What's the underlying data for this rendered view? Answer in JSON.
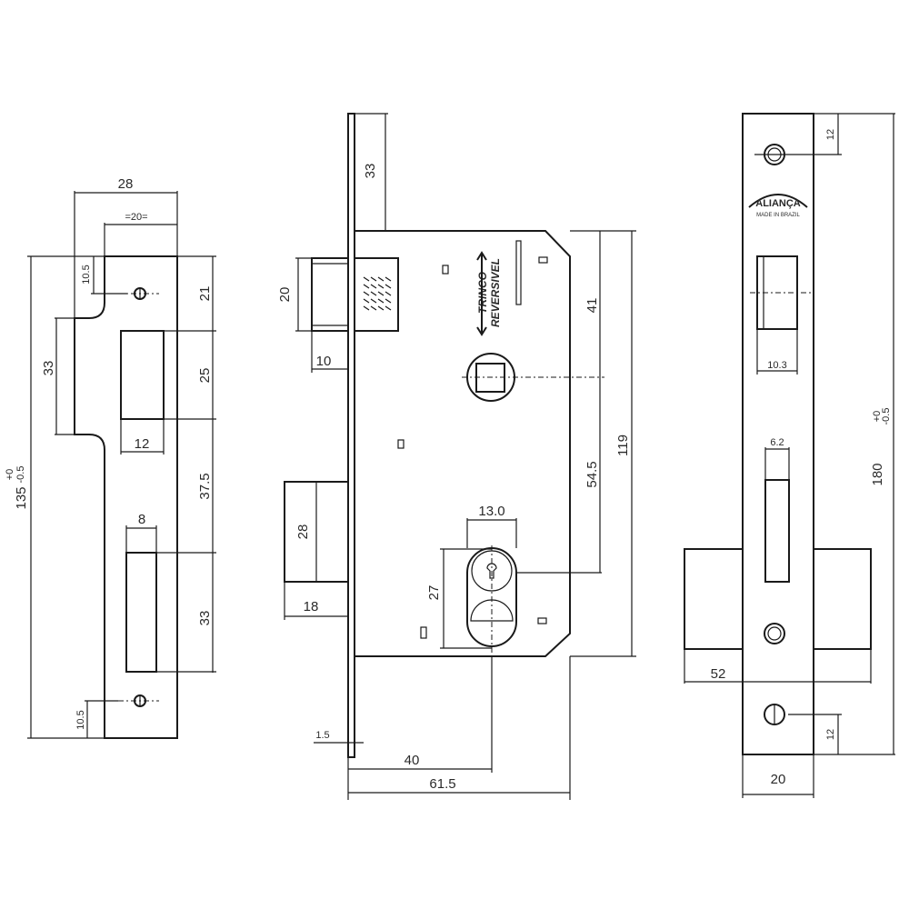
{
  "drawing": {
    "views": {
      "strike_plate": {
        "dims": {
          "width": "28",
          "inner_width": "=20=",
          "top_screw_offset": "10.5",
          "tongue_height": "33",
          "total_height": "135",
          "tolerance_plus": "+0",
          "tolerance_minus": "-0.5",
          "top_to_latch": "21",
          "latch_slot_height": "25",
          "latch_slot_width": "12",
          "between_slots": "37.5",
          "bolt_slot_width": "8",
          "bolt_slot_height": "33",
          "bottom_screw_offset": "10.5"
        }
      },
      "lock_body": {
        "label_line1": "TRINCO",
        "label_line2": "REVERSIVEL",
        "dims": {
          "faceplate_top": "33",
          "latch_height": "20",
          "latch_projection": "10",
          "top_to_spindle": "41",
          "spindle_to_cylinder": "54.5",
          "body_height": "119",
          "deadbolt_height": "28",
          "deadbolt_projection": "18",
          "cylinder_width": "13.0",
          "cylinder_height": "27",
          "faceplate_thickness": "1.5",
          "backset": "40",
          "body_depth": "61.5"
        }
      },
      "faceplate": {
        "brand": "ALIANÇA",
        "brand_sub": "MADE IN BRAZIL",
        "dims": {
          "top_screw_offset": "12",
          "latch_width": "10.3",
          "bolt_width": "6.2",
          "total_height": "180",
          "tolerance_plus": "+0",
          "tolerance_minus": "-0.5",
          "bolt_length": "52",
          "bottom_screw_offset": "12",
          "width": "20"
        }
      }
    }
  }
}
